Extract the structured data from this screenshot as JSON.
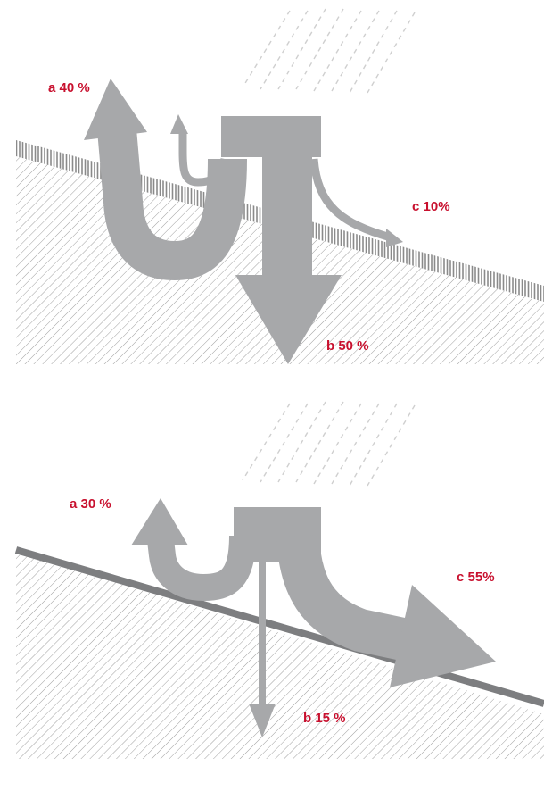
{
  "colors": {
    "arrow": "#a7a8aa",
    "hatch": "#9c9c9c",
    "surface_dark": "#7d7e80",
    "label": "#c8102e",
    "rain": "#cfcfcf",
    "background": "#ffffff"
  },
  "panels": [
    {
      "name": "top-panel",
      "surface": "hatched-vegetation",
      "labels": {
        "a": "a 40 %",
        "b": "b 50 %",
        "c": "c 10%"
      }
    },
    {
      "name": "bottom-panel",
      "surface": "solid-sealed",
      "labels": {
        "a": "a 30 %",
        "b": "b 15 %",
        "c": "c 55%"
      }
    }
  ]
}
